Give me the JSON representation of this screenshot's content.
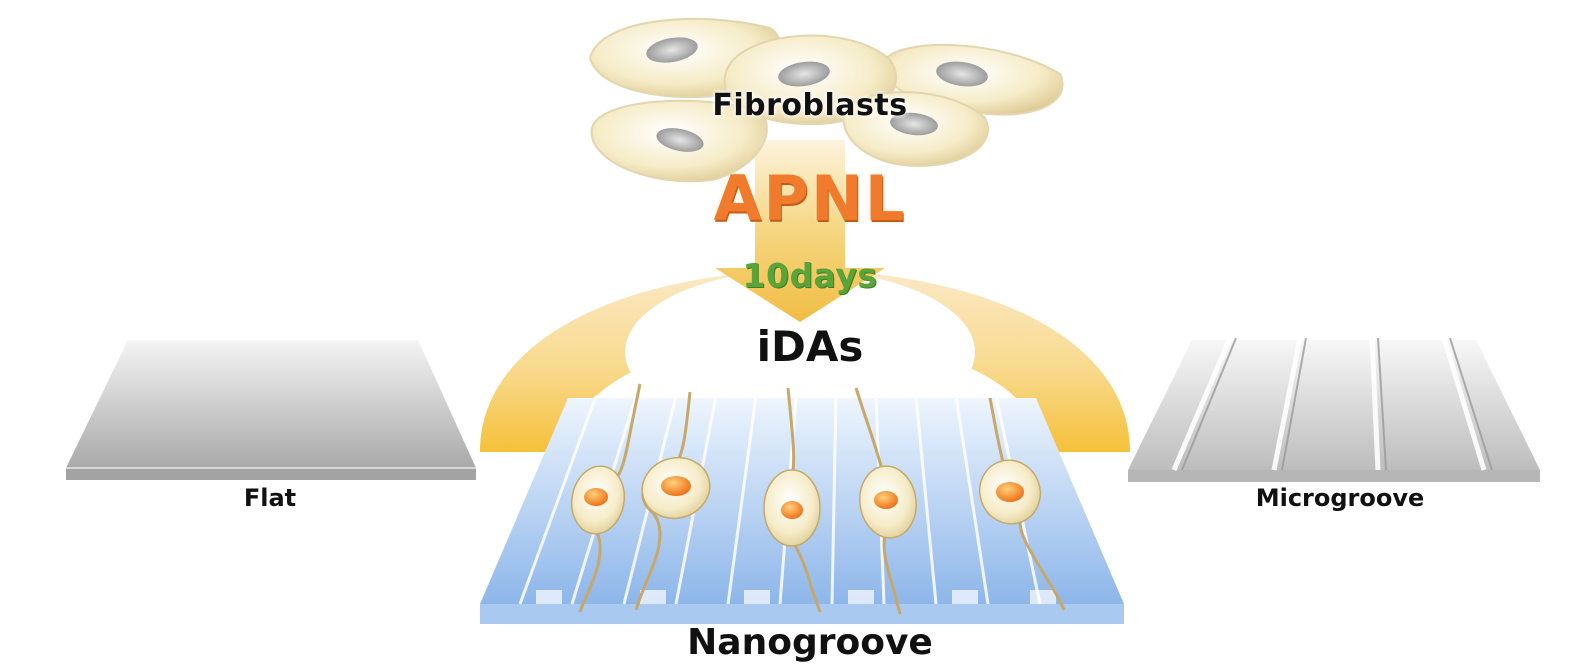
{
  "labels": {
    "fibroblasts": "Fibroblasts",
    "apnl": "APNL",
    "duration": "10days",
    "idas": "iDAs",
    "flat": "Flat",
    "microgroove": "Microgroove",
    "nanogroove": "Nanogroove"
  },
  "colors": {
    "apnl_text": "#f07b2d",
    "duration_text": "#5aa43a",
    "arc": "#f6d27a",
    "arrow": "#f1c24a",
    "cell_body": "#f7ebc4",
    "nucleus": "#f27a1f",
    "nanogroove_substrate": "#a8c8ee",
    "flat_substrate": "#b9b9b9",
    "microgroove_substrate": "#cfcfcf"
  },
  "icons": {
    "fibroblast_cell": "fibroblast-cell-icon",
    "neuron_cell": "neuron-cell-icon"
  }
}
